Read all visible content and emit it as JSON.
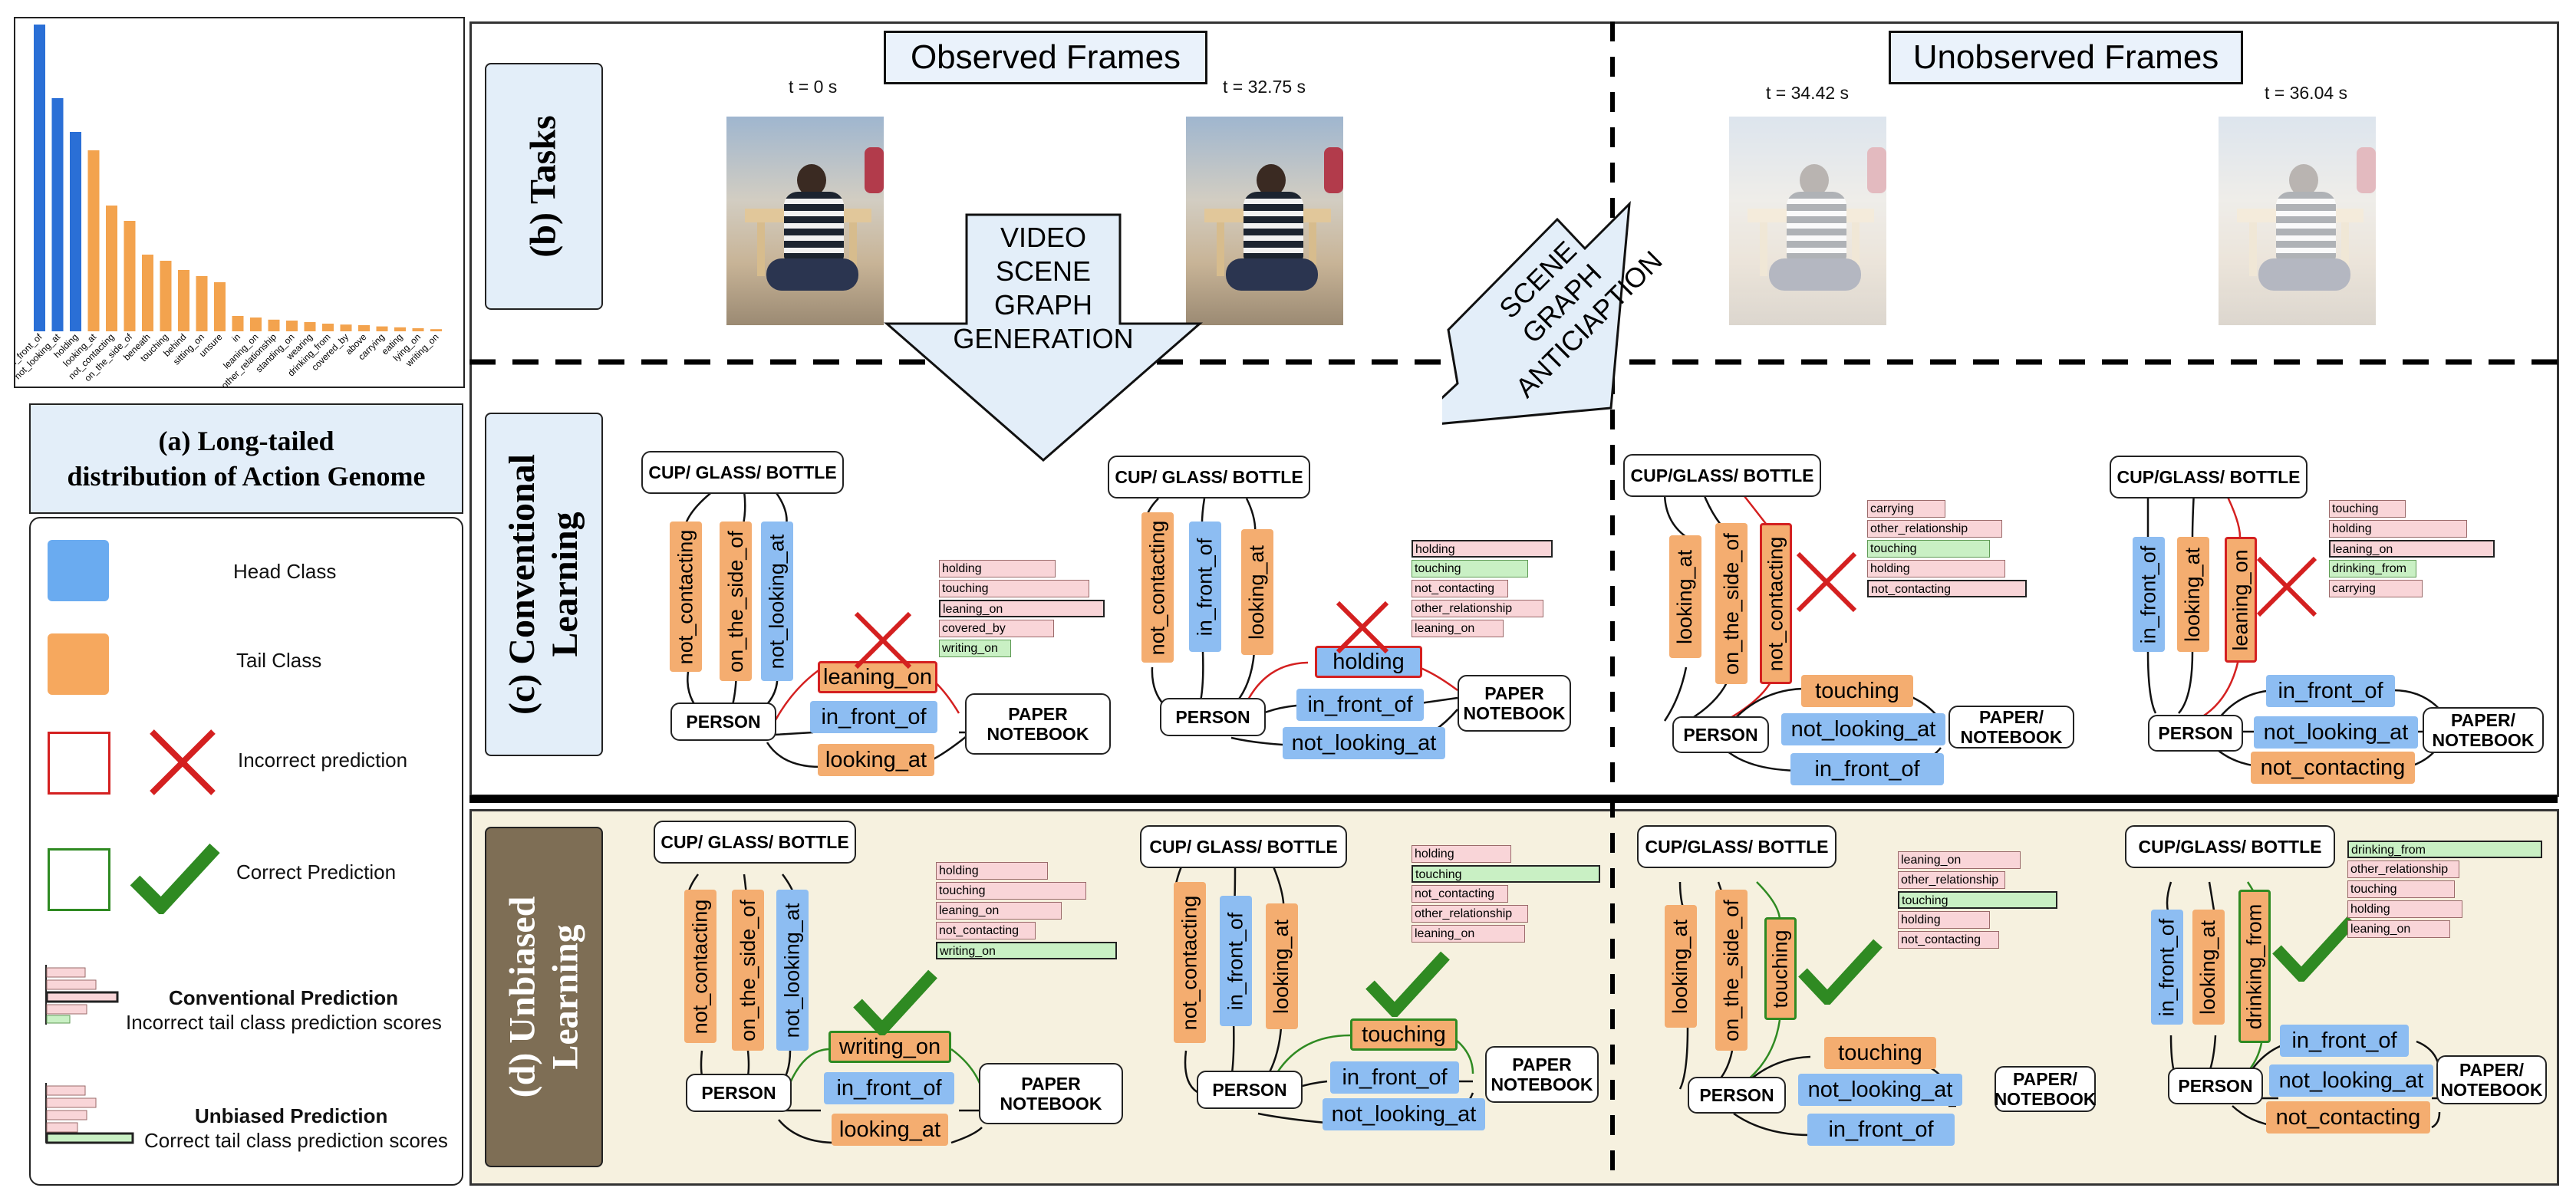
{
  "colors": {
    "head": "#2a6fd6",
    "tail": "#f3a34e",
    "blue_label": "#8dbdf2",
    "orange_label": "#f4ad70",
    "red": "#d42020",
    "green": "#2f8a22"
  },
  "chart_data": {
    "type": "bar",
    "categories": [
      "in_front_of",
      "not_looking_at",
      "holding",
      "looking_at",
      "not_contacting",
      "on_the_side_of",
      "beneath",
      "touching",
      "behind",
      "sitting_on",
      "unsure",
      "in",
      "leaning_on",
      "other_relationship",
      "standing_on",
      "wearing",
      "drinking_from",
      "covered_by",
      "above",
      "carrying",
      "eating",
      "lying_on",
      "writing_on"
    ],
    "values": [
      100,
      76,
      65,
      59,
      41,
      36,
      25,
      23,
      20,
      18,
      16,
      5,
      4.5,
      3.8,
      3.5,
      3,
      2.5,
      2.2,
      2,
      1.6,
      1.3,
      1,
      0.7
    ],
    "head_count": 3,
    "ylim": [
      0,
      100
    ]
  },
  "caption_a": {
    "line1": "(a) Long-tailed",
    "line2": "distribution of Action Genome"
  },
  "legend": {
    "head": "Head Class",
    "tail": "Tail Class",
    "incorrect": "Incorrect prediction",
    "correct": "Correct Prediction",
    "conv_title": "Conventional Prediction",
    "conv_sub": "Incorrect tail class prediction scores",
    "unb_title": "Unbiased Prediction",
    "unb_sub": "Correct tail class prediction scores"
  },
  "tabs": {
    "tasks": "(b) Tasks",
    "conv_l1": "(c) Conventional",
    "conv_l2": "Learning",
    "unb_l1": "(d) Unbiased",
    "unb_l2": "Learning"
  },
  "headers": {
    "observed": "Observed Frames",
    "unobserved": "Unobserved Frames"
  },
  "times": [
    "t = 0 s",
    "t = 32.75 s",
    "t = 34.42 s",
    "t = 36.04 s"
  ],
  "arrows": {
    "vsgg": [
      "VIDEO",
      "SCENE",
      "GRAPH",
      "GENERATION"
    ],
    "sga": [
      "SCENE",
      "GRAPH",
      "ANTICIAPTION"
    ]
  },
  "nodes": {
    "cup": "CUP/ GLASS/ BOTTLE",
    "cup2": "CUP/GLASS/  BOTTLE",
    "person": "PERSON",
    "paper": "PAPER NOTEBOOK",
    "paper2": "PAPER/ NOTEBOOK"
  },
  "rel": {
    "not_contacting": "not_contacting",
    "on_the_side_of": "on_the_side_of",
    "not_looking_at": "not_looking_at",
    "in_front_of": "in_front_of",
    "looking_at": "looking_at",
    "leaning_on": "leaning_on",
    "holding": "holding",
    "touching": "touching",
    "writing_on": "writing_on",
    "drinking_from": "drinking_from"
  },
  "scores": {
    "c1": [
      "holding",
      "touching",
      "leaning_on",
      "covered_by",
      "writing_on"
    ],
    "c2": [
      "holding",
      "touching",
      "not_contacting",
      "other_relationship",
      "leaning_on"
    ],
    "c3": [
      "carrying",
      "other_relationship",
      "touching",
      "holding",
      "not_contacting"
    ],
    "c4": [
      "touching",
      "holding",
      "leaning_on",
      "drinking_from",
      "carrying"
    ],
    "u1": [
      "holding",
      "touching",
      "leaning_on",
      "not_contacting",
      "writing_on"
    ],
    "u2": [
      "holding",
      "touching",
      "not_contacting",
      "other_relationship",
      "leaning_on"
    ],
    "u3": [
      "leaning_on",
      "other_relationship",
      "touching",
      "holding",
      "not_contacting"
    ],
    "u4": [
      "drinking_from",
      "other_relationship",
      "touching",
      "holding",
      "leaning_on"
    ]
  }
}
